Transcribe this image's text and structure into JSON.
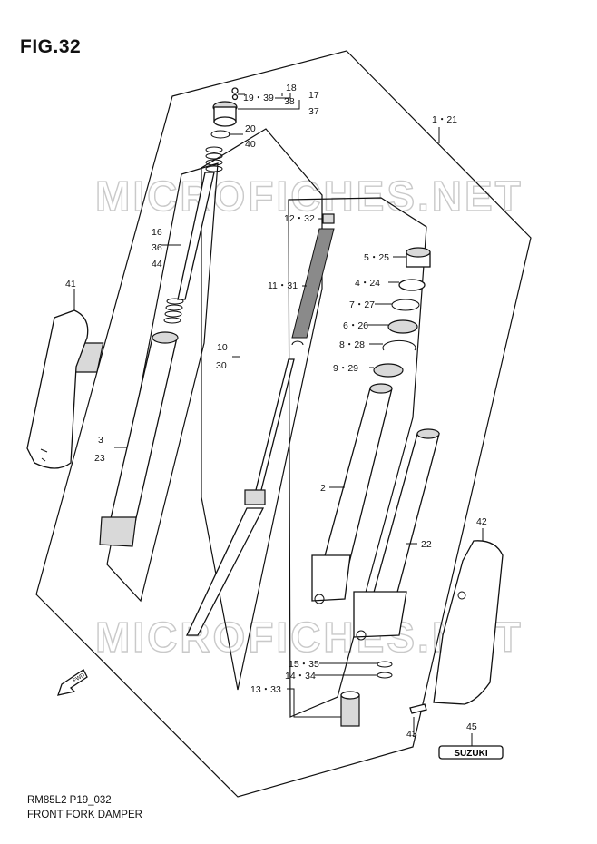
{
  "figure": {
    "title": "FIG.32",
    "code": "RM85L2 P19_032",
    "name": "FRONT FORK DAMPER",
    "watermark": "MICROFICHES.NET",
    "fwd_label": "FWD",
    "brand_label": "SUZUKI"
  },
  "callouts": [
    {
      "id": "c18",
      "text": "18"
    },
    {
      "id": "c19-39",
      "text": "19・39"
    },
    {
      "id": "c38",
      "text": "38"
    },
    {
      "id": "c17",
      "text": "17"
    },
    {
      "id": "c37",
      "text": "37"
    },
    {
      "id": "c20",
      "text": "20"
    },
    {
      "id": "c40",
      "text": "40"
    },
    {
      "id": "c1-21",
      "text": "1・21"
    },
    {
      "id": "c12-32",
      "text": "12・32"
    },
    {
      "id": "c16",
      "text": "16"
    },
    {
      "id": "c36",
      "text": "36"
    },
    {
      "id": "c44",
      "text": "44"
    },
    {
      "id": "c5-25",
      "text": "5・25"
    },
    {
      "id": "c4-24",
      "text": "4・24"
    },
    {
      "id": "c11-31",
      "text": "11・31"
    },
    {
      "id": "c41",
      "text": "41"
    },
    {
      "id": "c7-27",
      "text": "7・27"
    },
    {
      "id": "c6-26",
      "text": "6・26"
    },
    {
      "id": "c8-28",
      "text": "8・28"
    },
    {
      "id": "c10",
      "text": "10"
    },
    {
      "id": "c30",
      "text": "30"
    },
    {
      "id": "c9-29",
      "text": "9・29"
    },
    {
      "id": "c3",
      "text": "3"
    },
    {
      "id": "c23",
      "text": "23"
    },
    {
      "id": "c2",
      "text": "2"
    },
    {
      "id": "c42",
      "text": "42"
    },
    {
      "id": "c22",
      "text": "22"
    },
    {
      "id": "c15-35",
      "text": "15・35"
    },
    {
      "id": "c14-34",
      "text": "14・34"
    },
    {
      "id": "c13-33",
      "text": "13・33"
    },
    {
      "id": "c43",
      "text": "43"
    },
    {
      "id": "c45",
      "text": "45"
    }
  ]
}
